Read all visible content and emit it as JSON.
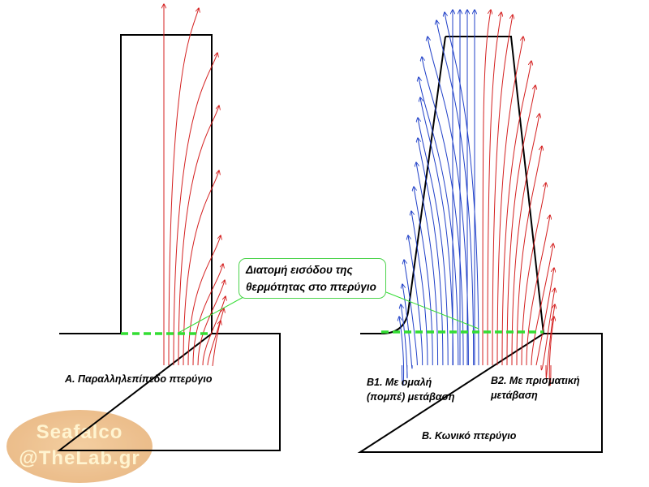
{
  "callout": {
    "text_line1": "Διατομή εισόδου της",
    "text_line2": "θερμότητας στο πτερύγιο"
  },
  "labels": {
    "a": "Α. Παραλληλεπίπεδο πτερύγιο",
    "b1_line1": "Β1. Με ομαλή",
    "b1_line2": "(πομπέ) μετάβαση",
    "b2_line1": "Β2. Με πρισματική",
    "b2_line2": "μετάβαση",
    "b": "Β. Κωνικό πτερύγιο"
  },
  "watermark": {
    "line1": "Seafalco",
    "line2": "@TheLab.gr"
  },
  "colors": {
    "red": "#d42020",
    "blue": "#2040c8",
    "green": "#33dd33"
  }
}
